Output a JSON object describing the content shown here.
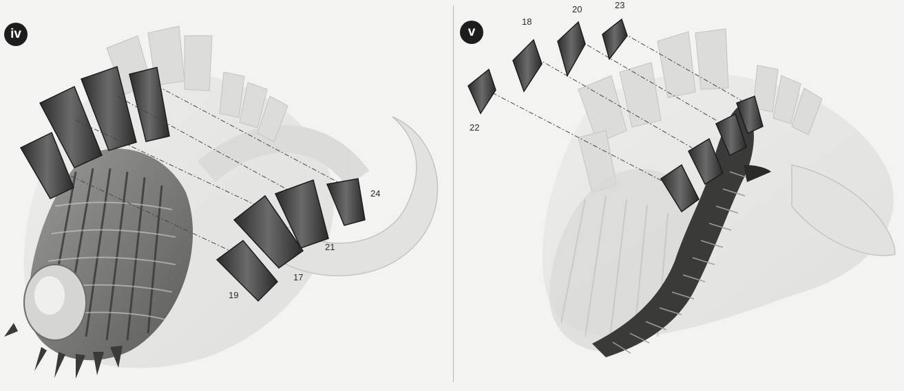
{
  "step_iv": {
    "badge": "iv",
    "part_numbers": {
      "p24": "24",
      "p21": "21",
      "p17": "17",
      "p19": "19"
    }
  },
  "step_v": {
    "badge": "v",
    "part_numbers": {
      "p18": "18",
      "p20": "20",
      "p23": "23",
      "p22": "22"
    }
  }
}
